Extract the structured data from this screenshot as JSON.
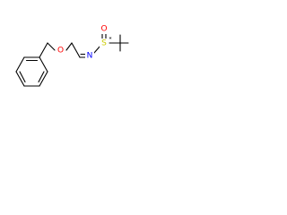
{
  "molecule": {
    "atoms": {
      "oxygen_ether": {
        "symbol": "O",
        "color": "#ff0000"
      },
      "nitrogen": {
        "symbol": "N",
        "color": "#0000ff"
      },
      "sulfur": {
        "symbol": "S",
        "color": "#cccc00"
      },
      "oxygen_sulfinyl": {
        "symbol": "O",
        "color": "#ff0000"
      }
    },
    "stereo_marker": {
      "symbol": "*",
      "color": "#000000"
    }
  }
}
